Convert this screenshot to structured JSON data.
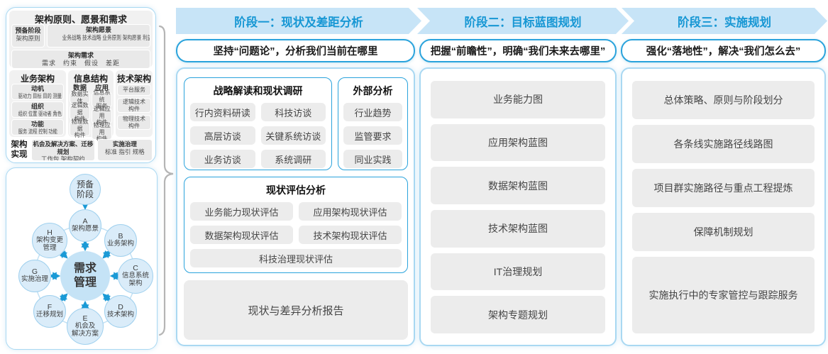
{
  "colors": {
    "accent_blue": "#1b9ad6",
    "band_background": "#c7e4f7",
    "band_text": "#1797d4",
    "blue_border": "#2aa3dc",
    "light_blue_border": "#a9d8f2",
    "gray_item": "#ececec",
    "panel_gray": "#f1f1f1",
    "circle_fill": "#daecf9",
    "center_circle_fill": "#c5e3f6",
    "brace_gray": "#b5b5b5"
  },
  "left_panel": {
    "principles": {
      "title": "架构原则、愿景和需求",
      "prep_title": "预备阶段",
      "prep_sub": "架构原则",
      "vision_title": "架构愿景",
      "vision_sub": "业务战略 技术战略 业务原则 架构愿景 利益相关者",
      "req_title": "架构需求",
      "req_sub": "需求　约束　假设　差距"
    },
    "business": {
      "title": "业务架构",
      "items": [
        {
          "t": "动机",
          "s": "驱动力 目标 目的 测量"
        },
        {
          "t": "组织",
          "s": "组织 位置 驱动者 角色"
        },
        {
          "t": "功能",
          "s": "服务 流程 控制 功能"
        }
      ]
    },
    "information": {
      "title": "信息结构",
      "data_title": "数据",
      "data_items": [
        "数据实体",
        "逻辑数据\n构件",
        "物理数据\n构件"
      ],
      "app_title": "应用",
      "app_items": [
        "信息系统\n服务",
        "逻辑应用\n构件",
        "物理应用\n构件"
      ]
    },
    "technology": {
      "title": "技术架构",
      "items": [
        "平台服务",
        "逻辑技术\n构件",
        "物理技术\n构件"
      ]
    },
    "realization": {
      "title": "架构实现",
      "box1_title": "机会及解决方案、迁移规划",
      "box1_sub": "工作包 架构契约",
      "box2_title": "实施治理",
      "box2_sub": "标准 指引 规格"
    },
    "adm": {
      "prep": "预备\n阶段",
      "center": "需求\n管理",
      "nodes": [
        {
          "id": "A",
          "label": "架构愿景"
        },
        {
          "id": "B",
          "label": "业务架构"
        },
        {
          "id": "C",
          "label": "信息系统\n架构"
        },
        {
          "id": "D",
          "label": "技术架构"
        },
        {
          "id": "E",
          "label": "机会及\n解决方案"
        },
        {
          "id": "F",
          "label": "迁移规划"
        },
        {
          "id": "G",
          "label": "实施治理"
        },
        {
          "id": "H",
          "label": "架构变更\n管理"
        }
      ]
    }
  },
  "phases": [
    {
      "header": "阶段一：现状及差距分析",
      "subtitle": "坚持“问题论”，分析我们当前在哪里",
      "strategy_group": {
        "title": "战略解读和现状调研",
        "items": [
          "行内资料研读",
          "科技访谈",
          "高层访谈",
          "关键系统访谈",
          "业务访谈",
          "系统调研"
        ]
      },
      "external_group": {
        "title": "外部分析",
        "items": [
          "行业趋势",
          "监管要求",
          "同业实践"
        ]
      },
      "assessment_group": {
        "title": "现状评估分析",
        "items": [
          "业务能力现状评估",
          "应用架构现状评估",
          "数据架构现状评估",
          "技术架构现状评估",
          "科技治理现状评估"
        ]
      },
      "report": "现状与差异分析报告"
    },
    {
      "header": "阶段二：目标蓝图规划",
      "subtitle": "把握“前瞻性”，明确“我们未来去哪里”",
      "items": [
        "业务能力图",
        "应用架构蓝图",
        "数据架构蓝图",
        "技术架构蓝图",
        "IT治理规划",
        "架构专题规划"
      ]
    },
    {
      "header": "阶段三：实施规划",
      "subtitle": "强化“落地性”，解决“我们怎么去”",
      "items": [
        "总体策略、原则与阶段划分",
        "各条线实施路径线路图",
        "项目群实施路径与重点工程提炼",
        "保障机制规划",
        "实施执行中的专家管控与跟踪服务"
      ]
    }
  ]
}
